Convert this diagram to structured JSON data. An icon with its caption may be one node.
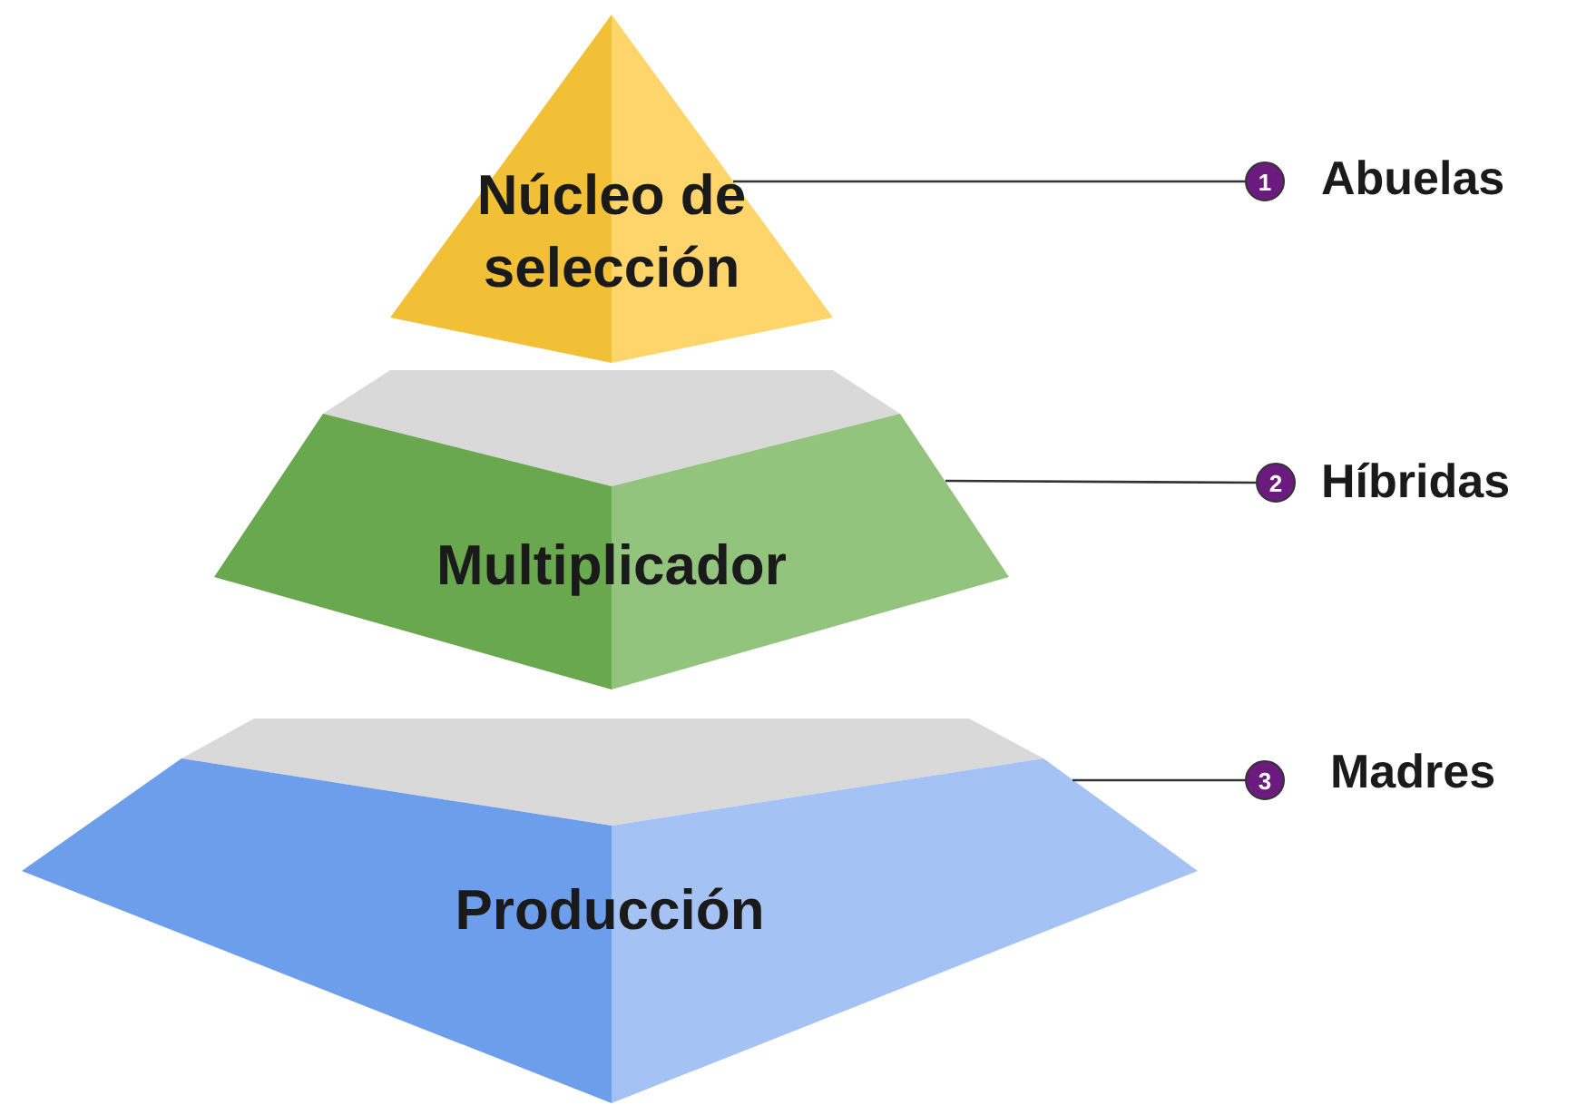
{
  "diagram": {
    "nodes": [
      {
        "text": [
          "Núcleo de selección"
        ]
      },
      {
        "text": [
          "Multiplicador"
        ]
      },
      {
        "text": [
          "Producción"
        ]
      },
      {
        "text": [
          "1"
        ],
        "beside": [
          "Abuelas"
        ]
      },
      {
        "text": [
          "2"
        ],
        "beside": [
          "Híbridas"
        ]
      },
      {
        "text": [
          "3"
        ],
        "beside": [
          "Madres"
        ]
      }
    ],
    "edges": [
      {
        "from": 0,
        "to": 3,
        "arrow": "none"
      },
      {
        "from": 1,
        "to": 4,
        "arrow": "none"
      },
      {
        "from": 2,
        "to": 5,
        "arrow": "none"
      }
    ]
  }
}
